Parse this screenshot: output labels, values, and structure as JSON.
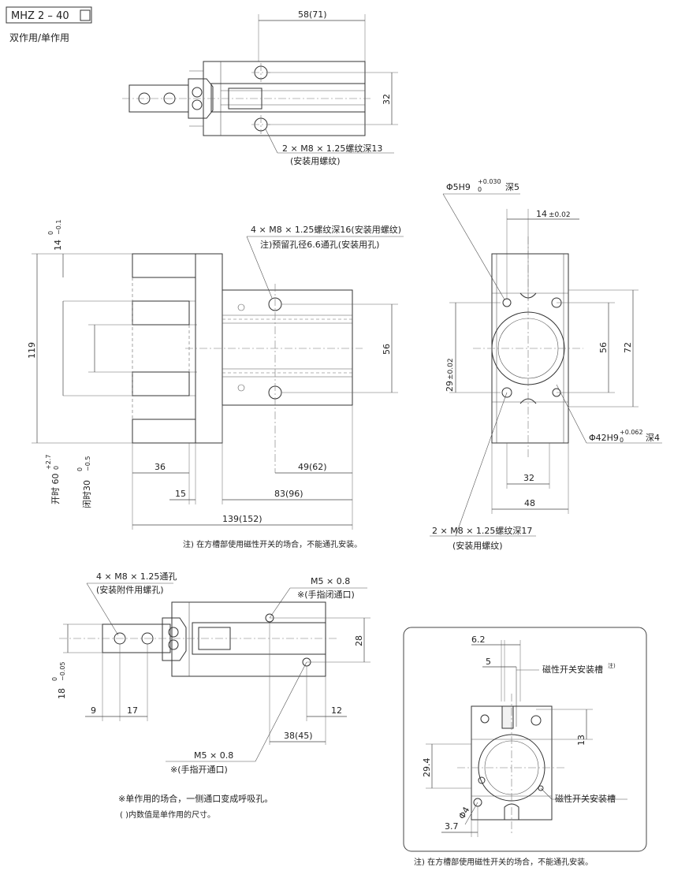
{
  "title": {
    "model": "MHZ 2 – 40",
    "subtitle": "双作用/单作用"
  },
  "top_view": {
    "dim_width": "58(71)",
    "dim_height": "32",
    "callout_line1": "2 × M8 × 1.25螺纹深13",
    "callout_line2": "(安装用螺纹)"
  },
  "side_view": {
    "callout_line1": "4 × M8 × 1.25螺纹深16(安装用螺纹)",
    "callout_line2": "注)预留孔径6.6通孔(安装用孔)",
    "dim_119": "119",
    "dim_14": "14",
    "dim_14_tol_upper": "0",
    "dim_14_tol_lower": "−0.1",
    "dim_56": "56",
    "dim_open": "开时 60",
    "dim_open_tol_upper": "+2.7",
    "dim_open_tol_lower": "0",
    "dim_closed": "闭时30",
    "dim_closed_tol_upper": "0",
    "dim_closed_tol_lower": "−0.5",
    "dim_36": "36",
    "dim_49": "49(62)",
    "dim_15": "15",
    "dim_83": "83(96)",
    "dim_139": "139(152)",
    "note": "注) 在方槽部使用磁性开关的场合，不能通孔安装。"
  },
  "end_view": {
    "callout_top": "Φ5H9",
    "callout_top_tol_upper": "+0.030",
    "callout_top_tol_lower": "0",
    "callout_top_depth": "深5",
    "dim_14": "14",
    "dim_14_tol": "±0.02",
    "dim_56": "56",
    "dim_72": "72",
    "dim_29": "29",
    "dim_29_tol": "±0.02",
    "callout_bore": "Φ42H9",
    "callout_bore_tol_upper": "+0.062",
    "callout_bore_tol_lower": "0",
    "callout_bore_depth": "深4",
    "dim_32": "32",
    "dim_48": "48",
    "callout_bottom_line1": "2 × M8 × 1.25螺纹深17",
    "callout_bottom_line2": "(安装用螺纹)"
  },
  "bottom_view": {
    "callout_thru_line1": "4 × M8 × 1.25通孔",
    "callout_thru_line2": "(安装附件用螺孔)",
    "port_close_line1": "M5 × 0.8",
    "port_close_line2": "※(手指闭通口)",
    "dim_28": "28",
    "dim_18": "18",
    "dim_18_tol_upper": "0",
    "dim_18_tol_lower": "−0.05",
    "dim_9": "9",
    "dim_17": "17",
    "dim_12": "12",
    "dim_38": "38(45)",
    "port_open_line1": "M5 × 0.8",
    "port_open_line2": "※(手指开通口)",
    "note1": "※单作用的场合，一侧通口变成呼吸孔。",
    "note2": "( )内数值是单作用的尺寸。"
  },
  "detail_view": {
    "dim_6_2": "6.2",
    "dim_5": "5",
    "slot_label": "磁性开关安装槽",
    "slot_label_note": "注)",
    "dim_13": "13",
    "dim_29_4": "29.4",
    "slot_label_2": "磁性开关安装槽",
    "dim_phi4": "Φ4",
    "dim_3_7": "3.7",
    "note": "注) 在方槽部使用磁性开关的场合，不能通孔安装。"
  }
}
